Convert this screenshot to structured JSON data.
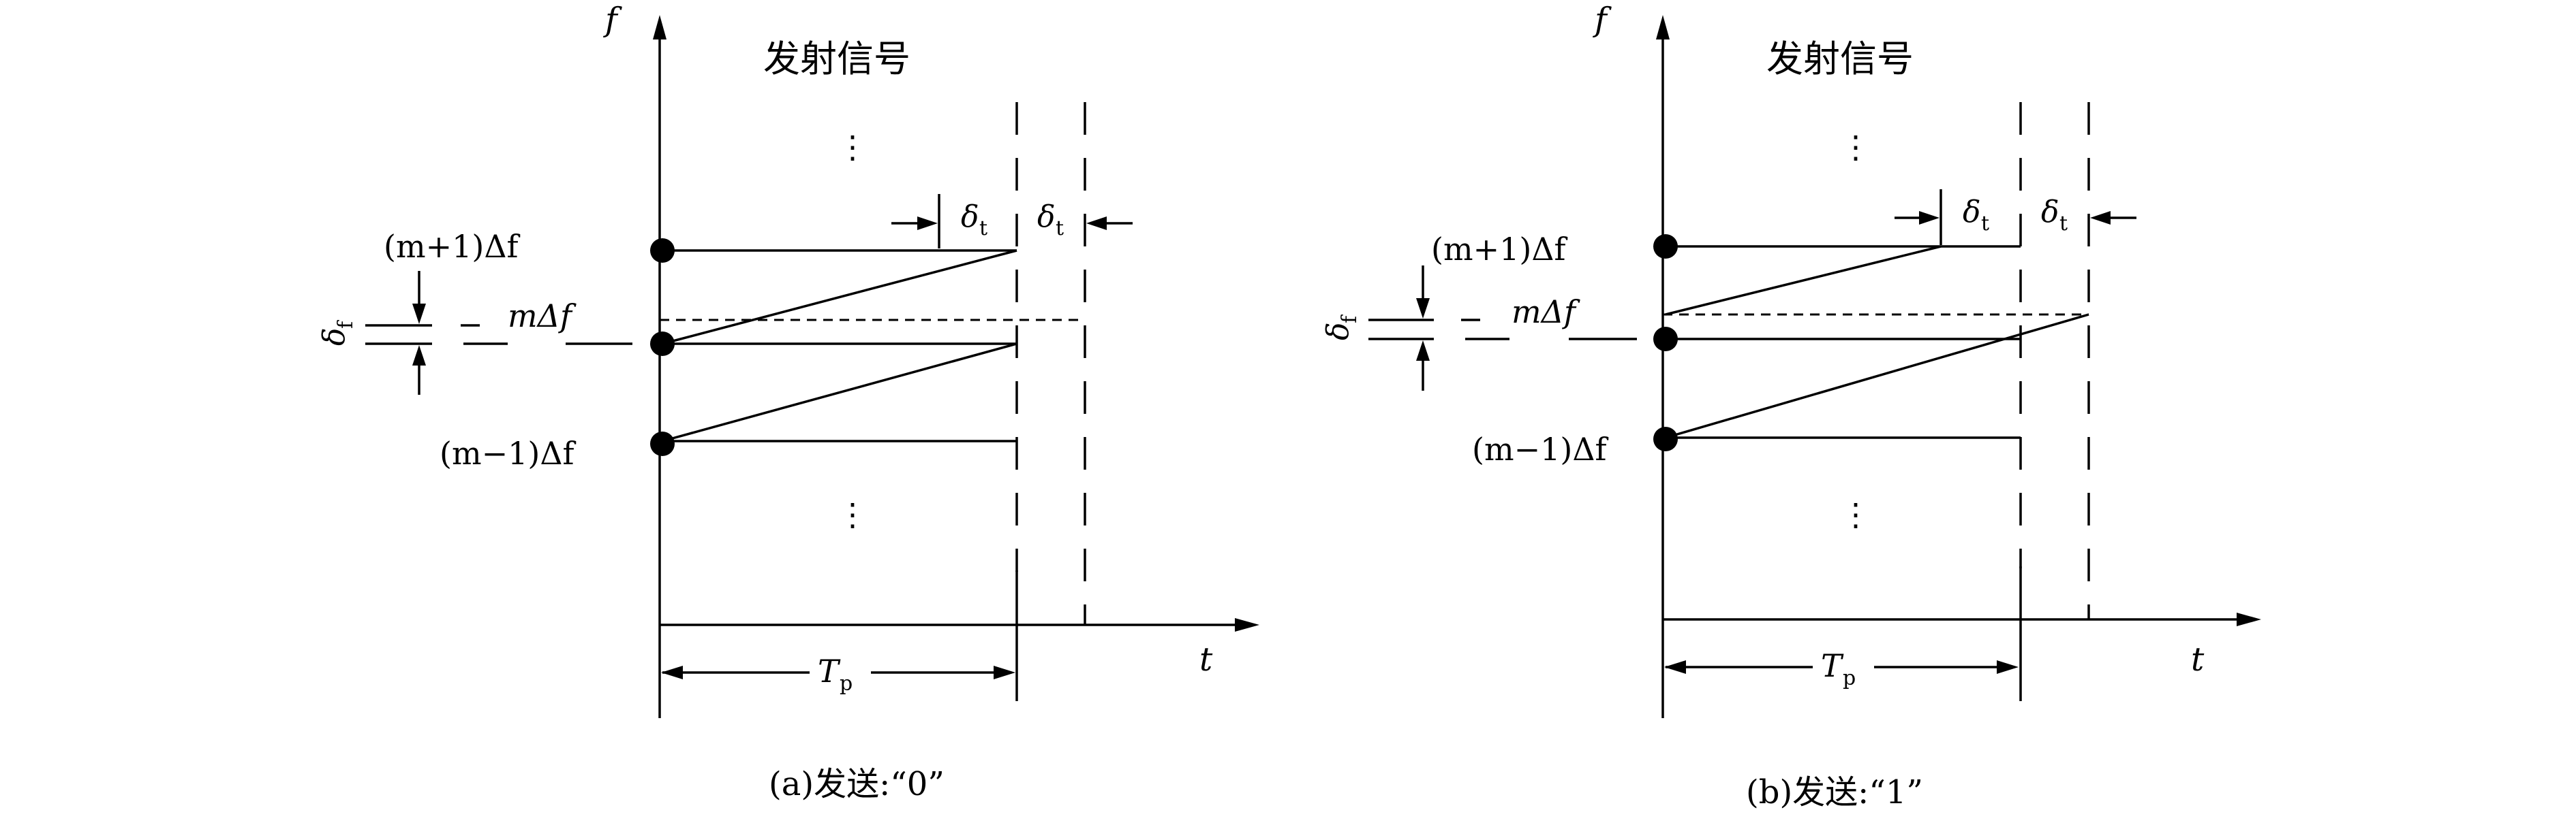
{
  "panels": [
    {
      "id": "a",
      "title": "发射信号",
      "caption": "(a)发送:“0”",
      "axis_f": "f",
      "axis_t": "t",
      "label_m_plus_1": "(m+1)Δf",
      "label_m": "mΔf",
      "label_m_minus_1": "(m−1)Δf",
      "delta_f": "δ",
      "delta_f_sub": "f",
      "delta_t": "δ",
      "delta_t_sub": "t",
      "period": "T",
      "period_sub": "p",
      "ellipsis": "⋮"
    },
    {
      "id": "b",
      "title": "发射信号",
      "caption": "(b)发送:“1”",
      "axis_f": "f",
      "axis_t": "t",
      "label_m_plus_1": "(m+1)Δf",
      "label_m": "mΔf",
      "label_m_minus_1": "(m−1)Δf",
      "delta_f": "δ",
      "delta_f_sub": "f",
      "delta_t": "δ",
      "delta_t_sub": "t",
      "period": "T",
      "period_sub": "p",
      "ellipsis": "⋮"
    }
  ]
}
